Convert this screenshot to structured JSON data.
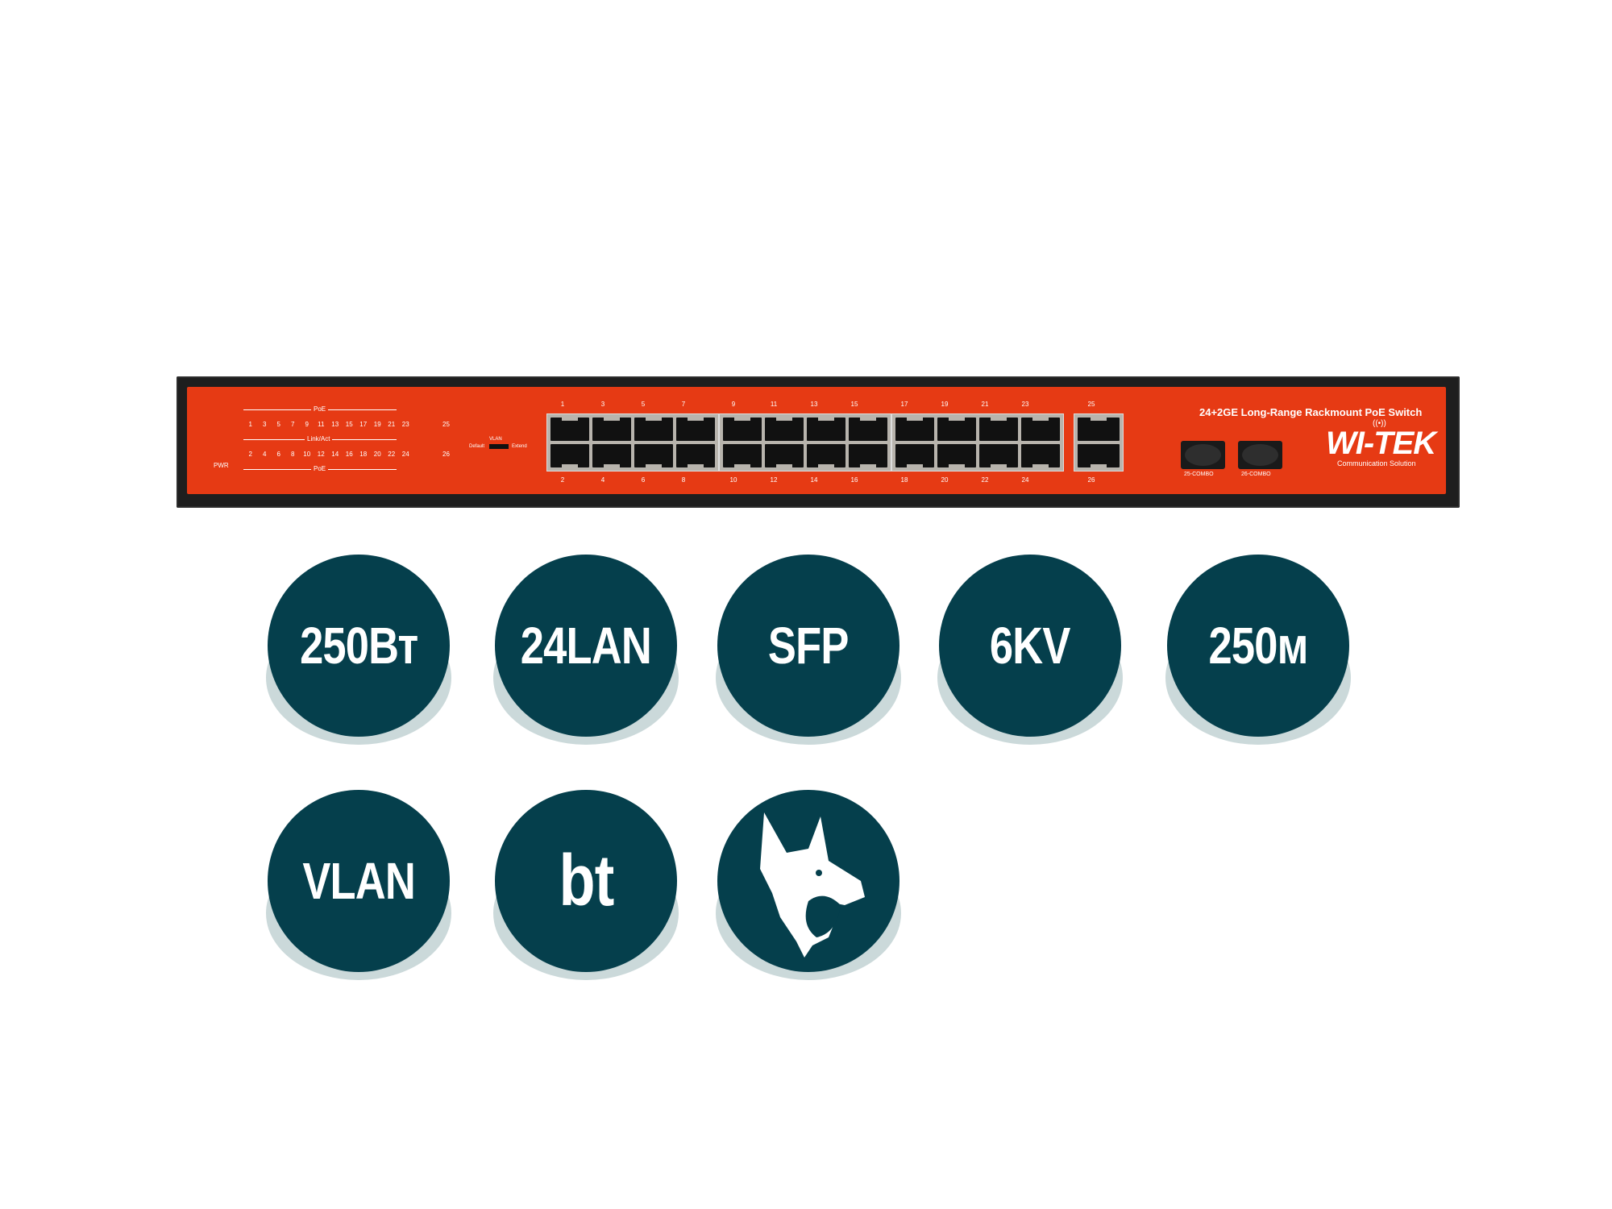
{
  "device": {
    "model_text": "24+2GE Long-Range Rackmount PoE Switch",
    "brand": "WI-TEK",
    "brand_tagline": "Communication Solution",
    "colors": {
      "faceplate": "#e63a14",
      "chassis": "#1e1e1e",
      "badge": "#053f4c",
      "badge_shadow": "#cbd9da"
    },
    "led_panel": {
      "poe_top_label": "PoE",
      "link_label": "Link/Act",
      "poe_bottom_label": "PoE",
      "pwr_label": "PWR",
      "odd_ports": [
        "1",
        "3",
        "5",
        "7",
        "9",
        "11",
        "13",
        "15",
        "17",
        "19",
        "21",
        "23"
      ],
      "even_ports": [
        "2",
        "4",
        "6",
        "8",
        "10",
        "12",
        "14",
        "16",
        "18",
        "20",
        "22",
        "24"
      ],
      "uplink_top": "25",
      "uplink_bottom": "26"
    },
    "vlan_switch": {
      "title": "VLAN",
      "left": "Default",
      "right": "Extend"
    },
    "ports": {
      "block1_top": [
        "1",
        "3",
        "5",
        "7"
      ],
      "block1_bottom": [
        "2",
        "4",
        "6",
        "8"
      ],
      "block2_top": [
        "9",
        "11",
        "13",
        "15"
      ],
      "block2_bottom": [
        "10",
        "12",
        "14",
        "16"
      ],
      "block3_top": [
        "17",
        "19",
        "21",
        "23"
      ],
      "block3_bottom": [
        "18",
        "20",
        "22",
        "24"
      ],
      "uplink_top": "25",
      "uplink_bottom": "26"
    },
    "sfp": [
      {
        "label": "25-COMBO"
      },
      {
        "label": "26-COMBO"
      }
    ]
  },
  "features": [
    {
      "label": "250Вт"
    },
    {
      "label": "24LAN"
    },
    {
      "label": "SFP"
    },
    {
      "label": "6KV"
    },
    {
      "label": "250м"
    },
    {
      "label": "VLAN"
    },
    {
      "label": "bt"
    },
    {
      "label": "",
      "icon": "guard-dog-icon"
    }
  ]
}
